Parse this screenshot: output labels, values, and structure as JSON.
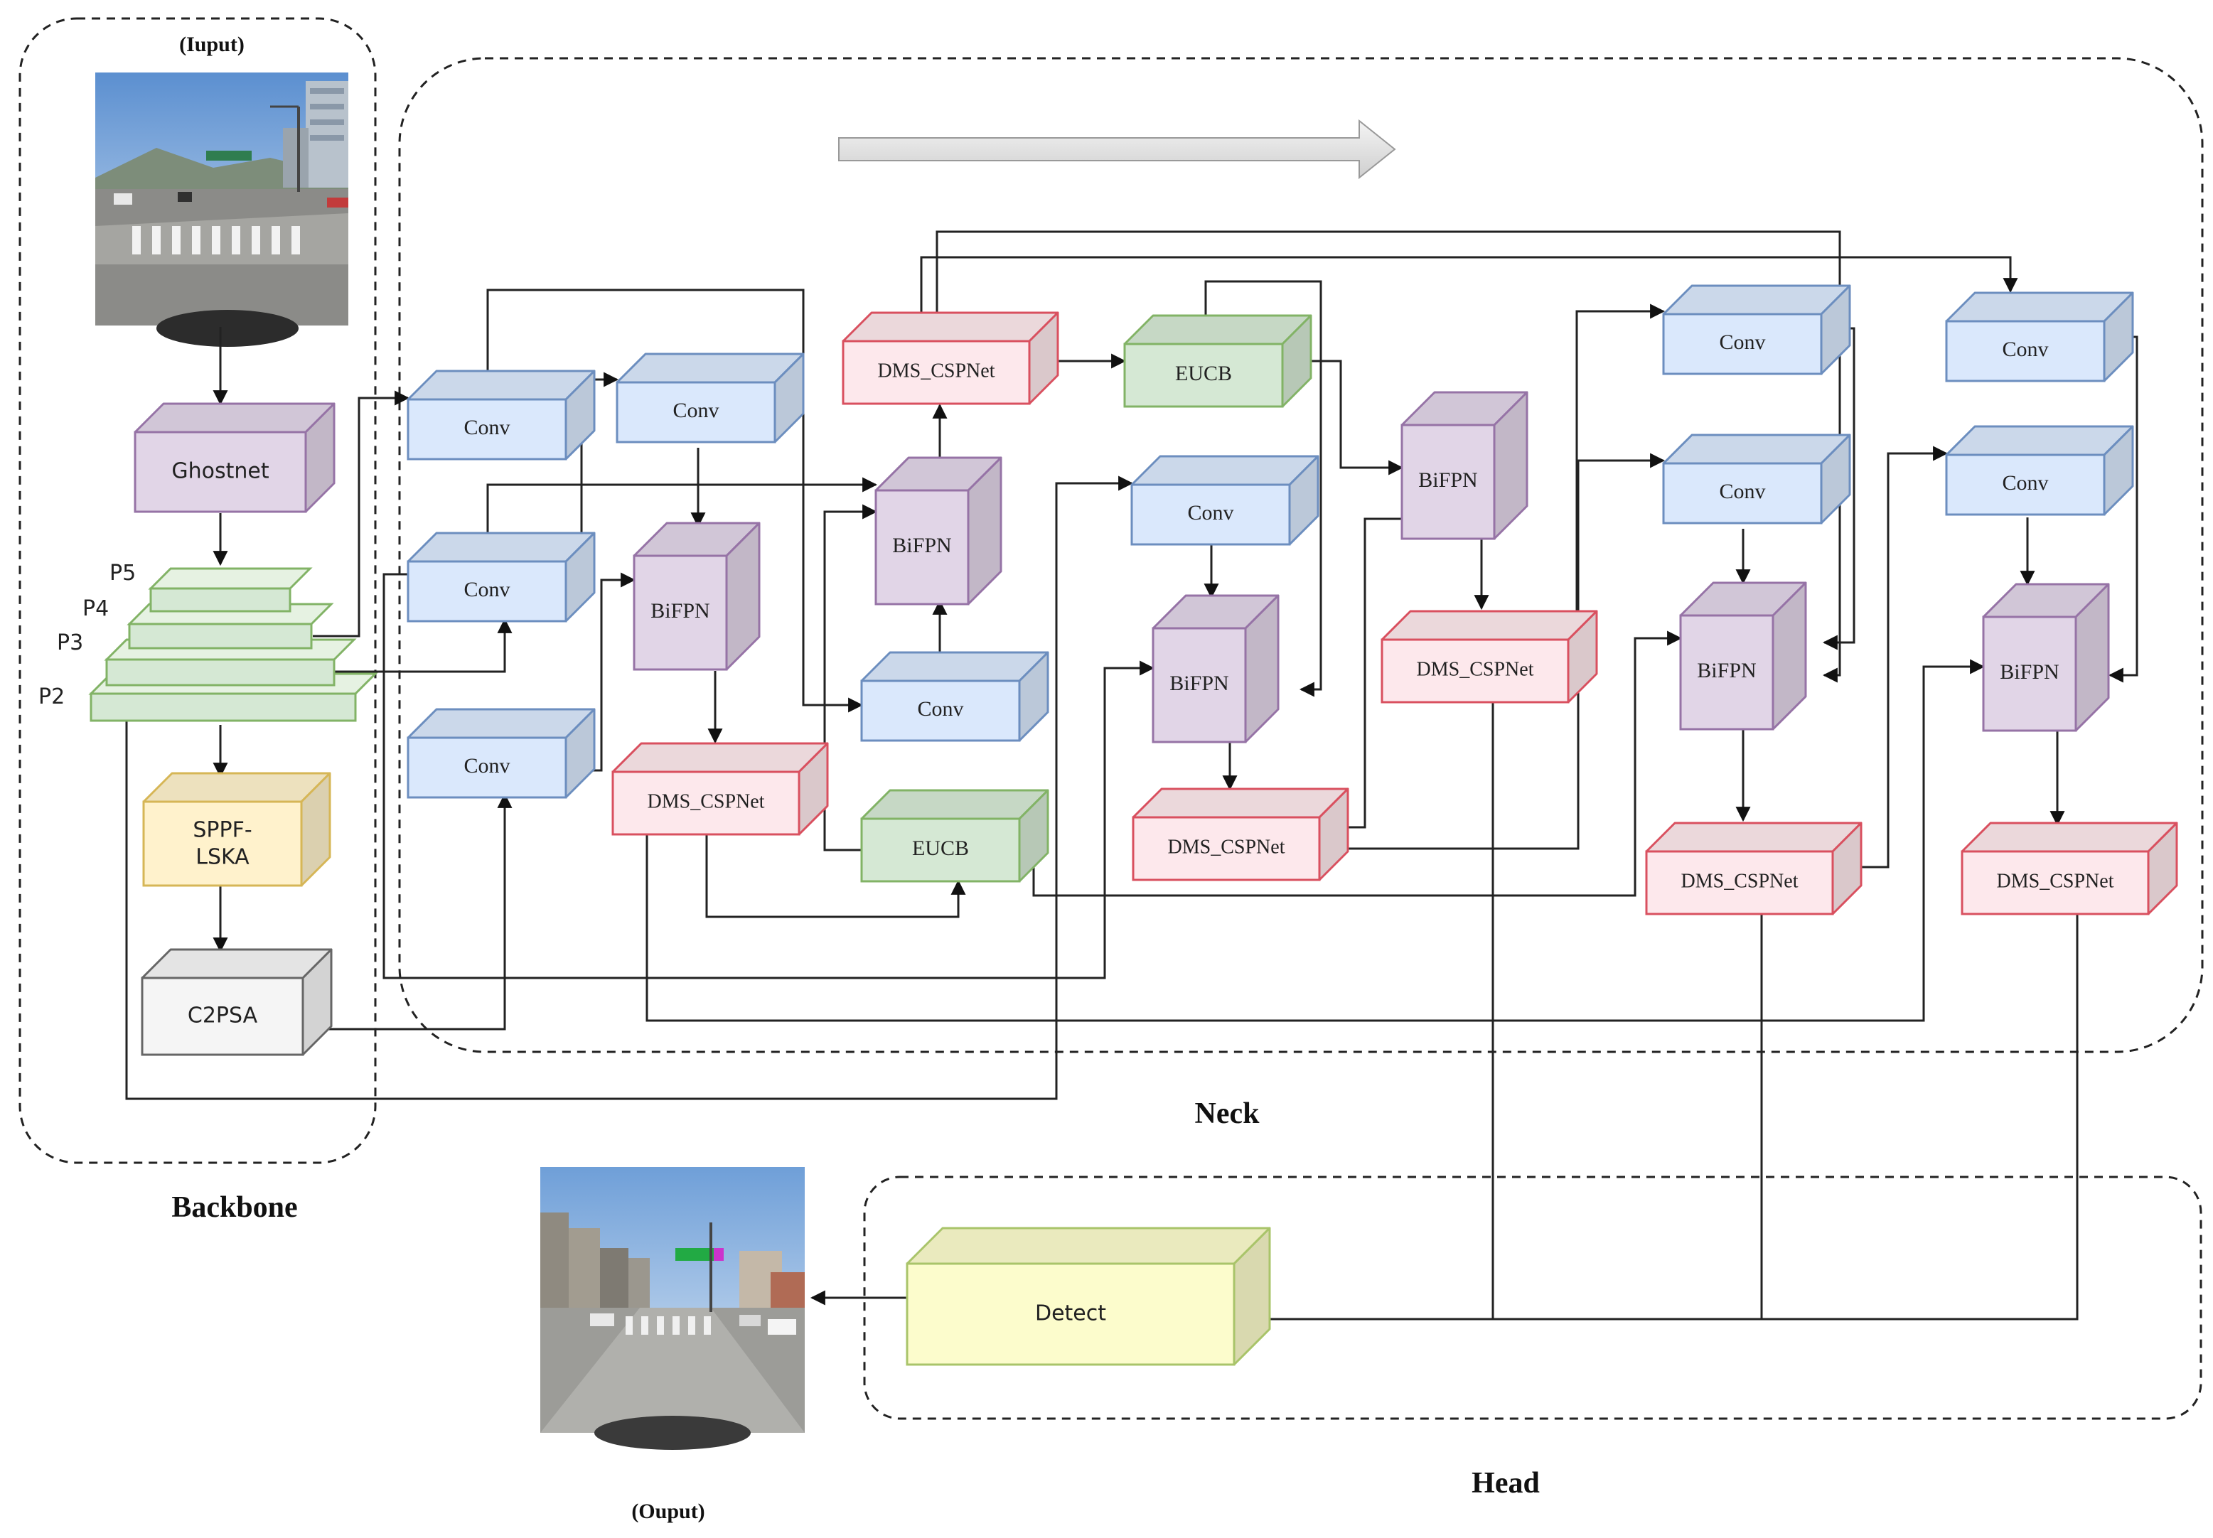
{
  "sections": {
    "backbone": "Backbone",
    "neck": "Neck",
    "head": "Head"
  },
  "captions": {
    "input": "(Iuput)",
    "output": "(Ouput)"
  },
  "pyramid_labels": [
    "P5",
    "P4",
    "P3",
    "P2"
  ],
  "blocks": {
    "ghostnet": "Ghostnet",
    "sppf": [
      "SPPF-",
      "LSKA"
    ],
    "c2psa": "C2PSA",
    "conv_a": "Conv",
    "conv_b": "Conv",
    "conv_c": "Conv",
    "conv_d": "Conv",
    "conv_e": "Conv",
    "conv_f": "Conv",
    "conv_g": "Conv",
    "conv_h": "Conv",
    "conv_i": "Conv",
    "conv_j": "Conv",
    "bifpn_a": "BiFPN",
    "bifpn_b": "BiFPN",
    "bifpn_c": "BiFPN",
    "bifpn_d": "BiFPN",
    "bifpn_e": "BiFPN",
    "bifpn_f": "BiFPN",
    "dms_a": "DMS_CSPNet",
    "dms_b": "DMS_CSPNet",
    "dms_c": "DMS_CSPNet",
    "dms_d": "DMS_CSPNet",
    "dms_e": "DMS_CSPNet",
    "dms_f": "DMS_CSPNet",
    "eucb_a": "EUCB",
    "eucb_b": "EUCB",
    "detect": "Detect"
  },
  "colors": {
    "blue_face": "#dae8fc",
    "blue_stroke": "#6c8ebf",
    "purple_face": "#e1d5e7",
    "purple_stroke": "#9673a6",
    "pink_face": "#fde8ec",
    "pink_stroke": "#d9505f",
    "green_face": "#d5e8d4",
    "green_stroke": "#82b366",
    "yellow_face": "#fff2cc",
    "yellow_stroke": "#d6b656",
    "lime_face": "#fcfccc",
    "lime_stroke": "#a9c46a",
    "gray_face": "#f5f5f5",
    "gray_stroke": "#666666"
  }
}
